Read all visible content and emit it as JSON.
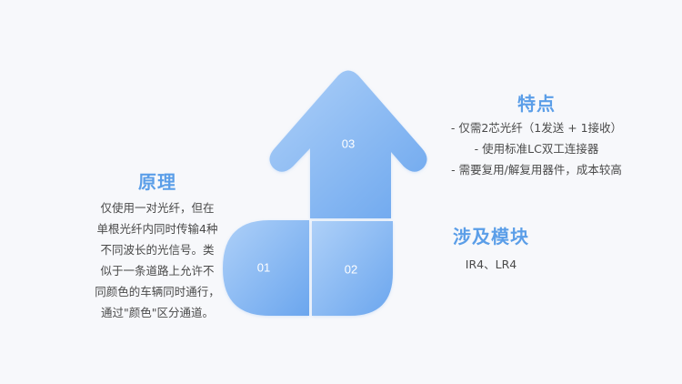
{
  "diagram": {
    "segments": [
      {
        "id": "01",
        "label": "01"
      },
      {
        "id": "02",
        "label": "02"
      },
      {
        "id": "03",
        "label": "03"
      }
    ],
    "colors": {
      "gradient_light": "#a9cdf7",
      "gradient_dark": "#6fa8ee",
      "heading": "#5b9ee8",
      "text": "#4a4a4a",
      "background": "#f7f8fb"
    }
  },
  "principle": {
    "title": "原理",
    "lines": [
      "仅使用一对光纤，但在",
      "单根光纤内同时传输4种",
      "不同波长的光信号。类",
      "似于一条道路上允许不",
      "同颜色的车辆同时通行，",
      "通过\"颜色\"区分通道。"
    ]
  },
  "features": {
    "title": "特点",
    "items": [
      "- 仅需2芯光纤（1发送 + 1接收）",
      "- 使用标准LC双工连接器",
      "- 需要复用/解复用器件，成本较高"
    ]
  },
  "modules": {
    "title": "涉及模块",
    "value": "IR4、LR4"
  }
}
